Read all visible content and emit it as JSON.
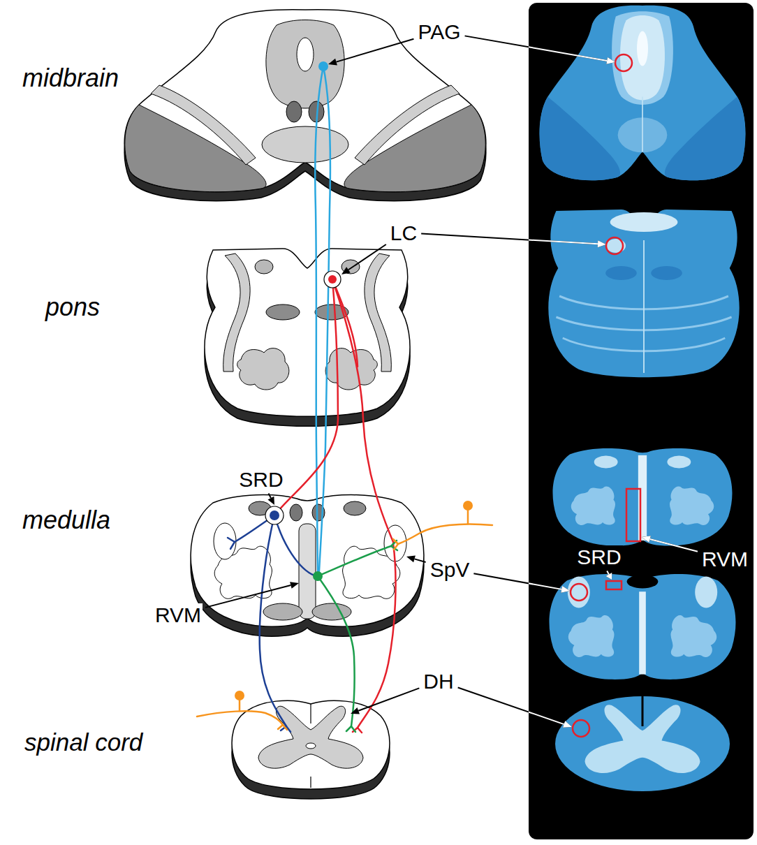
{
  "diagram": {
    "labels": [
      "PAG",
      "midbrain",
      "LC",
      "pons",
      "SRD",
      "medulla",
      "RVM",
      "SRD",
      "SpV",
      "RVM",
      "DH",
      "spinal cord"
    ]
  }
}
